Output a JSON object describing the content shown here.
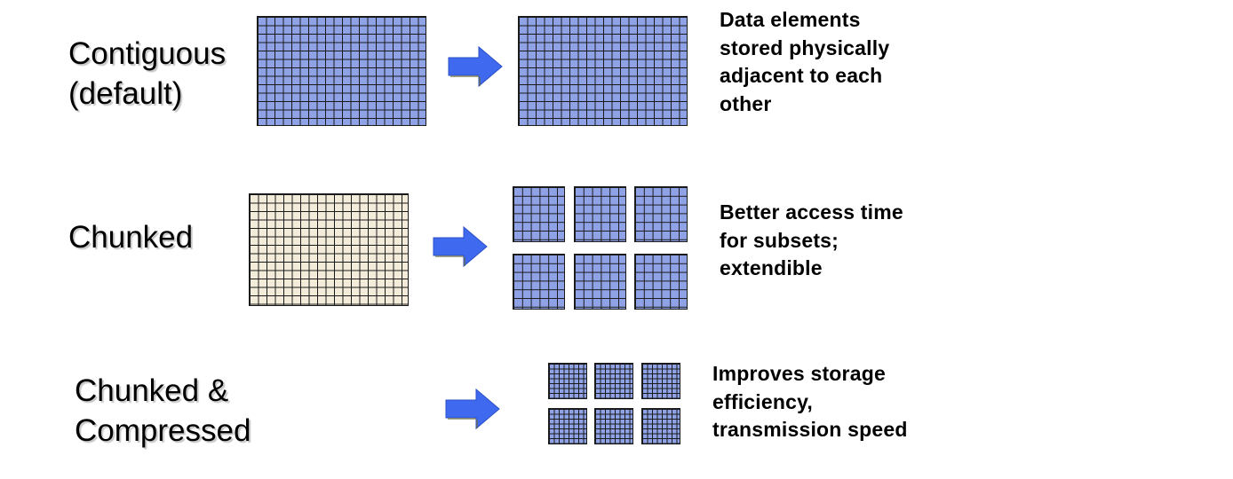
{
  "colors": {
    "grid_blue": "#8fa2e6",
    "grid_cream": "#f3ecda",
    "grid_line": "#1a1a1a",
    "arrow": "#3f6af0"
  },
  "rows": {
    "contiguous": {
      "label_lines": [
        "Contiguous",
        "(default)"
      ],
      "description_lines": [
        "Data elements",
        "stored physically",
        "adjacent to each",
        "other"
      ]
    },
    "chunked": {
      "label_lines": [
        "Chunked"
      ],
      "description_lines": [
        "Better access time",
        "for subsets;",
        "extendible"
      ]
    },
    "compressed": {
      "label_lines": [
        "Chunked &",
        "Compressed"
      ],
      "description_lines": [
        "Improves storage",
        "efficiency,",
        "transmission speed"
      ]
    }
  }
}
